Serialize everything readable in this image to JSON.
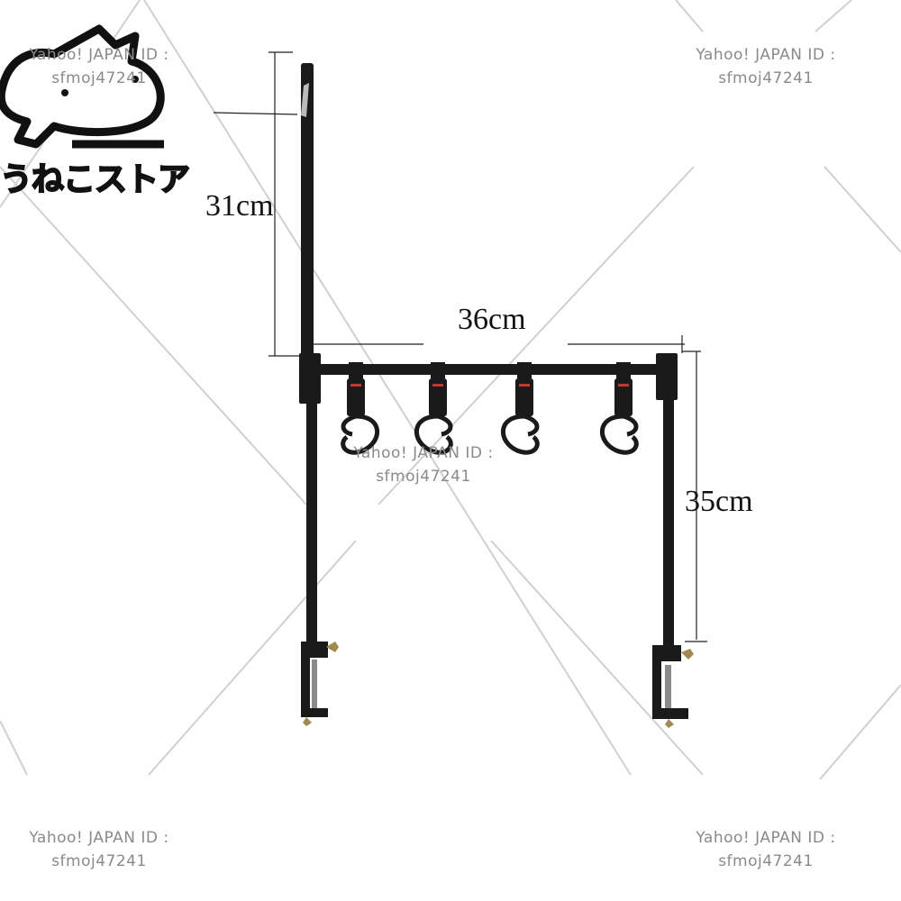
{
  "image": {
    "subject": "clamp-on hanging rack with four S hooks",
    "background": "#ffffff",
    "frame_color": "#1a1a1a"
  },
  "dimensions": {
    "height_top": "31cm",
    "width": "36cm",
    "height_leg": "35cm"
  },
  "watermark": {
    "line1": "Yahoo! JAPAN ID :",
    "line2": "sfmoj47241"
  },
  "logo": {
    "text": "うねこストア",
    "icon": "cat-face-icon"
  }
}
